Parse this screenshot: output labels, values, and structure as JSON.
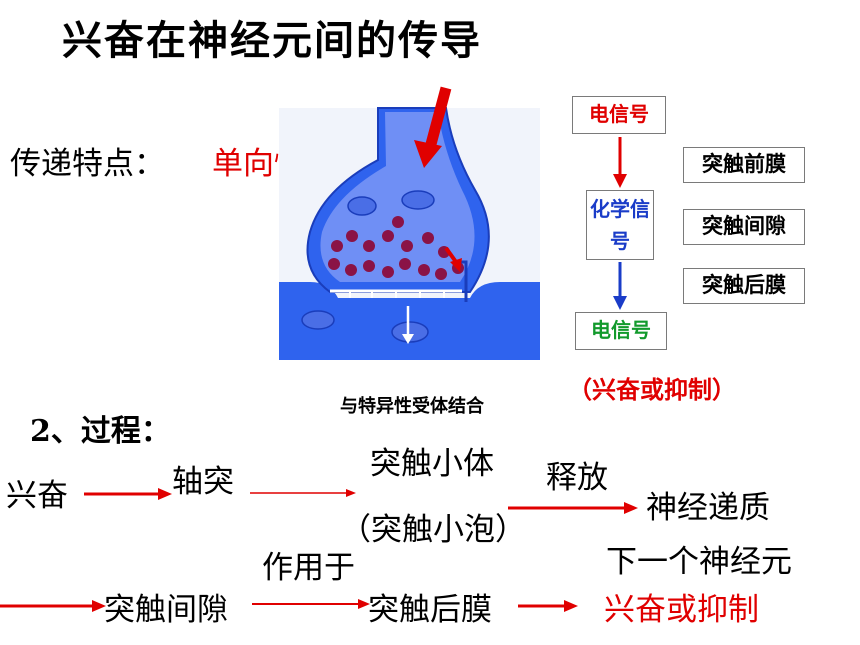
{
  "title": "兴奋在神经元间的传导",
  "feature": {
    "label": "传递特点：",
    "value": "单向性"
  },
  "signal_chain": {
    "top": "电信号",
    "middle": "化学信号",
    "bottom": "电信号",
    "result": "（兴奋或抑制）"
  },
  "membranes": [
    "突触前膜",
    "突触间隙",
    "突触后膜"
  ],
  "process": {
    "heading": "2、过程：",
    "note": "与特异性受体结合",
    "row1": {
      "start": "兴奋",
      "axon": "轴突",
      "vesicle": "突触小体",
      "vesicle_alt": "（突触小泡）",
      "release": "释放",
      "transmitter": "神经递质"
    },
    "row2": {
      "cleft": "突触间隙",
      "acts_on": "作用于",
      "postsynaptic": "突触后膜",
      "next_neuron": "下一个神经元",
      "outcome": "兴奋或抑制"
    }
  },
  "colors": {
    "accent_red": "#e00000",
    "box_red": "#e00000",
    "box_blue": "#1a3cc8",
    "box_green": "#129a2c",
    "membrane_blue": "#2b5ef0"
  }
}
